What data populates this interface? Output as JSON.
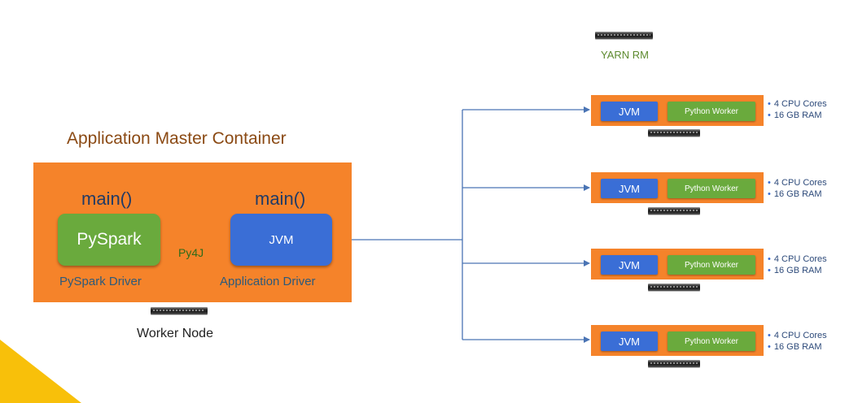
{
  "colors": {
    "orange": "#f5832a",
    "green": "#6aaa3d",
    "blue": "#3a6ed6",
    "line": "#4a74b4",
    "corner": "#f8c00a"
  },
  "yarn": {
    "label": "YARN RM",
    "icon": "server-icon"
  },
  "application_master": {
    "title": "Application Master Container",
    "pyspark": {
      "main": "main()",
      "box_label": "PySpark",
      "caption": "PySpark Driver"
    },
    "jvm": {
      "main": "main()",
      "box_label": "JVM",
      "caption": "Application Driver"
    },
    "bridge_label": "Py4J",
    "node_label": "Worker Node"
  },
  "executors": [
    {
      "jvm": "JVM",
      "worker": "Python Worker",
      "specs": [
        "4 CPU Cores",
        "16 GB RAM"
      ]
    },
    {
      "jvm": "JVM",
      "worker": "Python Worker",
      "specs": [
        "4 CPU Cores",
        "16 GB RAM"
      ]
    },
    {
      "jvm": "JVM",
      "worker": "Python Worker",
      "specs": [
        "4 CPU Cores",
        "16 GB RAM"
      ]
    },
    {
      "jvm": "JVM",
      "worker": "Python Worker",
      "specs": [
        "4 CPU Cores",
        "16 GB RAM"
      ]
    }
  ]
}
